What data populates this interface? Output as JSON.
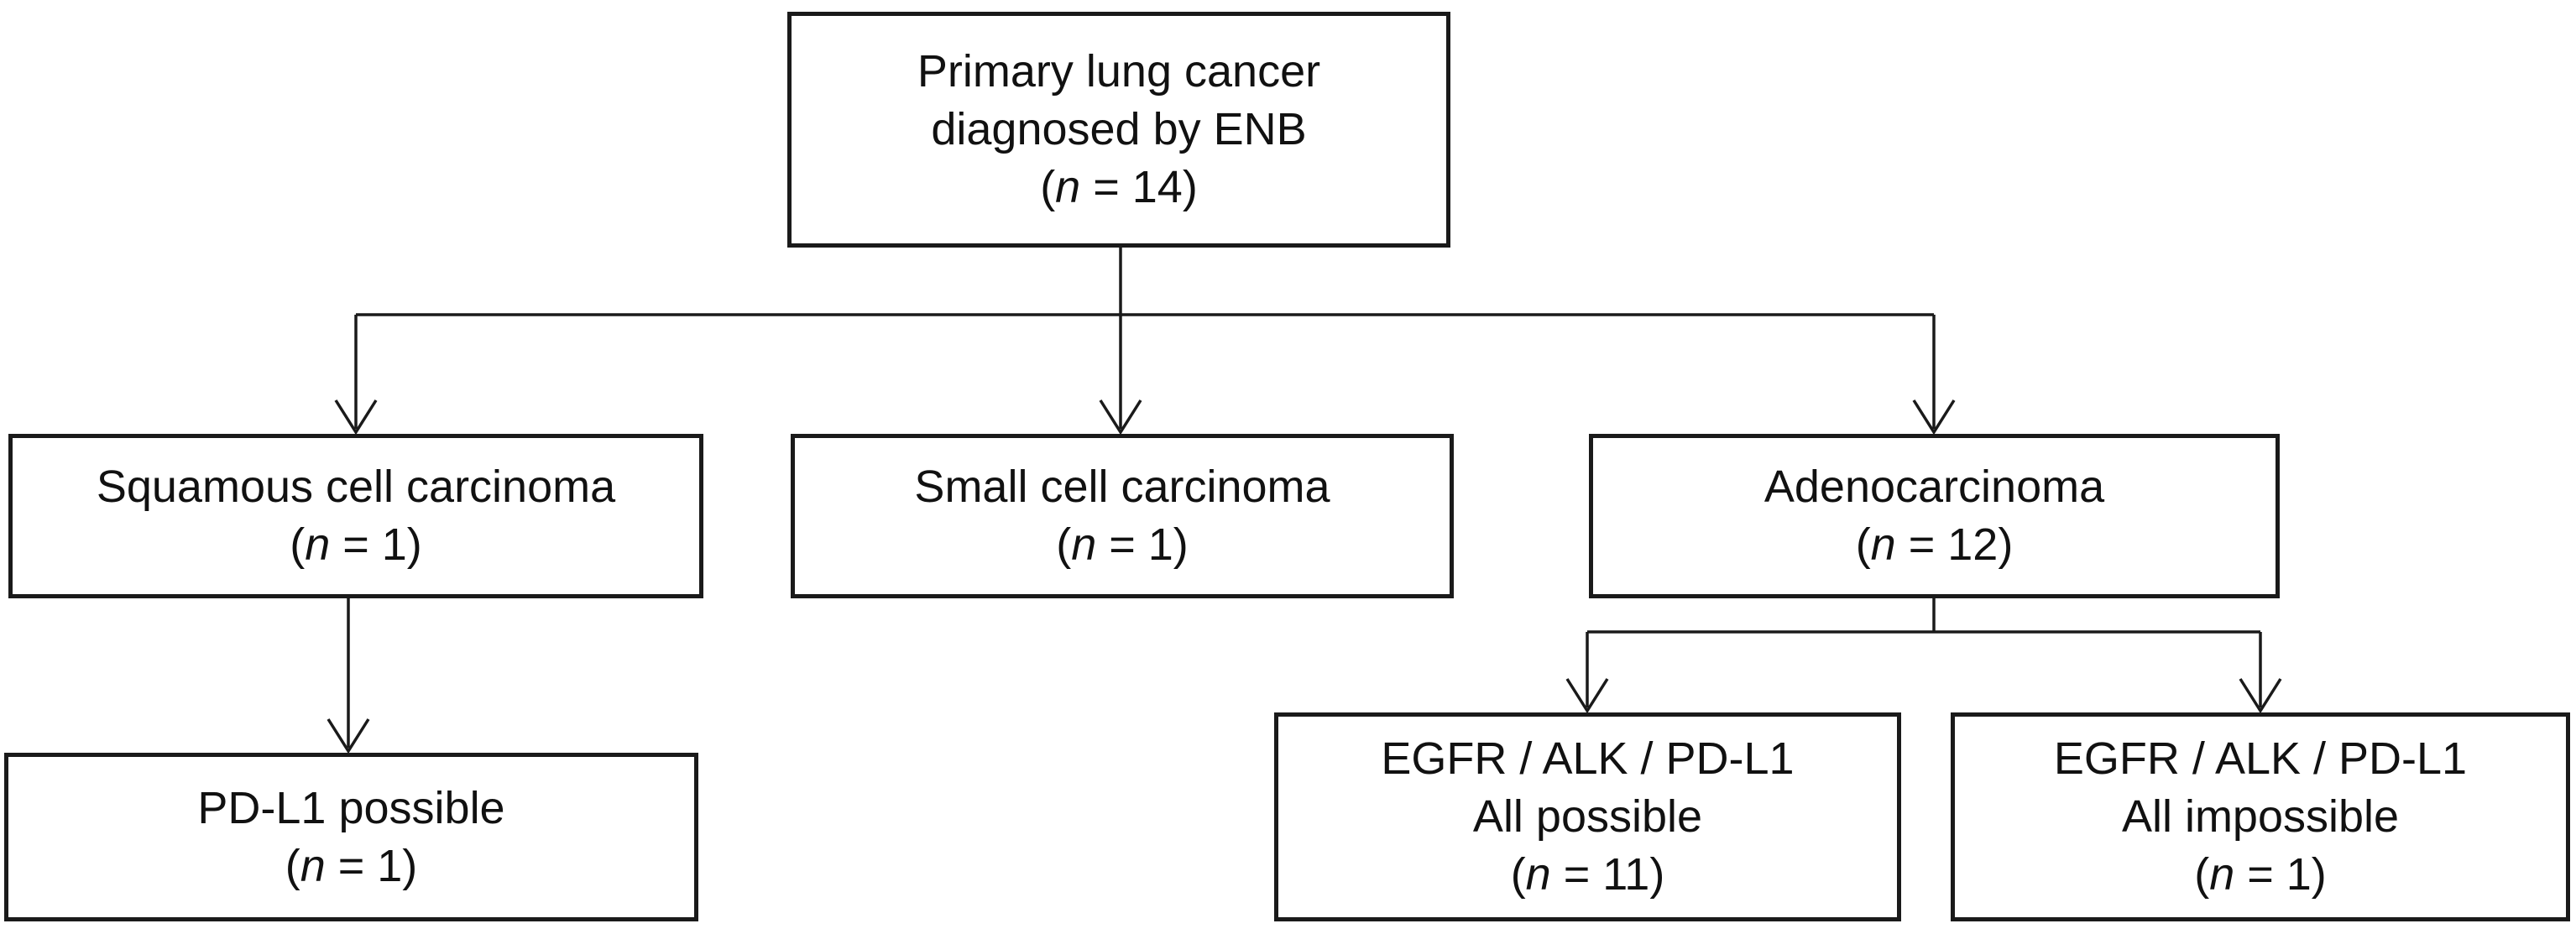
{
  "diagram": {
    "type": "flowchart",
    "background_color": "#ffffff",
    "line_color": "#1a1a1a",
    "text_color": "#111111"
  },
  "boxes": {
    "root": {
      "lines": [
        "Primary lung cancer",
        "diagnosed by ENB"
      ],
      "count": {
        "open": "(",
        "n": "n",
        "rest": " = 14)"
      }
    },
    "squamous": {
      "lines": [
        "Squamous cell carcinoma"
      ],
      "count": {
        "open": "(",
        "n": "n",
        "rest": " = 1)"
      }
    },
    "small_cell": {
      "lines": [
        "Small cell carcinoma"
      ],
      "count": {
        "open": "(",
        "n": "n",
        "rest": " = 1)"
      }
    },
    "adeno": {
      "lines": [
        "Adenocarcinoma"
      ],
      "count": {
        "open": "(",
        "n": "n",
        "rest": " = 12)"
      }
    },
    "pdl1": {
      "lines": [
        "PD-L1 possible"
      ],
      "count": {
        "open": "(",
        "n": "n",
        "rest": " = 1)"
      }
    },
    "all_possible": {
      "lines": [
        "EGFR / ALK / PD-L1",
        "All possible"
      ],
      "count": {
        "open": "(",
        "n": "n",
        "rest": " = 11)"
      }
    },
    "all_impossible": {
      "lines": [
        "EGFR / ALK / PD-L1",
        "All impossible"
      ],
      "count": {
        "open": "(",
        "n": "n",
        "rest": " = 1)"
      }
    }
  },
  "edges": [
    {
      "from": "root",
      "to": "squamous"
    },
    {
      "from": "root",
      "to": "small_cell"
    },
    {
      "from": "root",
      "to": "adeno"
    },
    {
      "from": "squamous",
      "to": "pdl1"
    },
    {
      "from": "adeno",
      "to": "all_possible"
    },
    {
      "from": "adeno",
      "to": "all_impossible"
    }
  ]
}
